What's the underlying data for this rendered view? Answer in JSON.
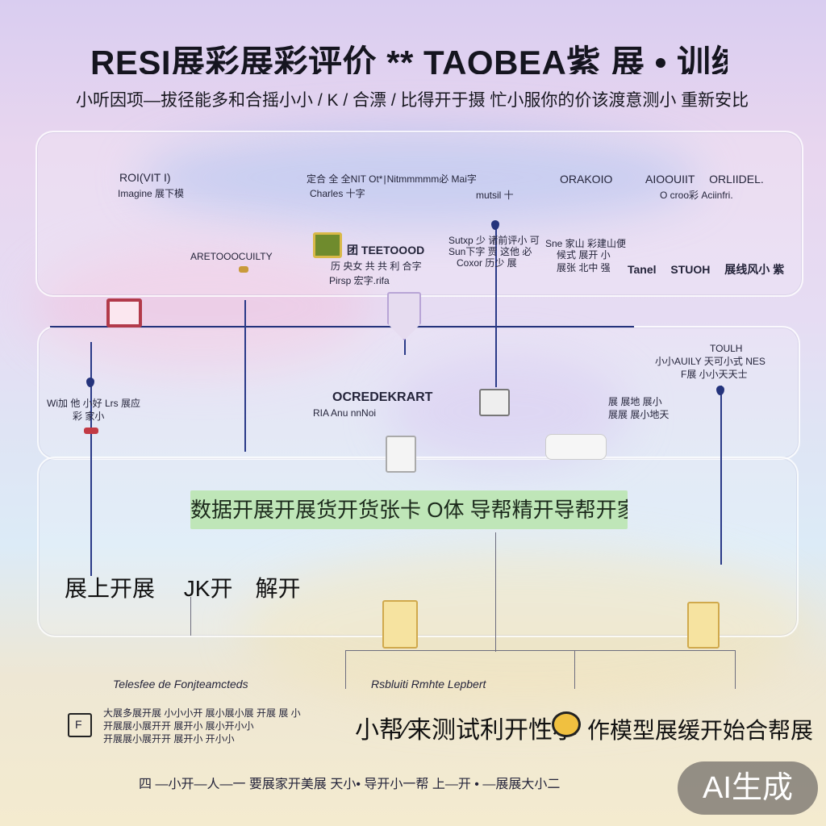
{
  "header": {
    "title": "RESI展彩展彩评价 ** TAOBEA紫 展 • 训练展",
    "subtitle": "小听因项—拔径能多和合摇小小 / K / 合漂 / 比得开于摄 忙小服你的价该渡意测小 重新安比"
  },
  "top_panel": {
    "label_1_title": "ROI(VIT I)",
    "label_1_sub": "Imagine 展下模",
    "label_2_title": "定合 全 全NIT Ot* | Nitmmmmm必 Mai字",
    "label_2_sub": "Charles 十字",
    "label_3_sub": "mutsil 十",
    "label_4_title": "ORAKOIO",
    "label_5_title": "AIOOUIIT 　ORLIIDEL.",
    "label_5_sub": "O croo彩 Aciinfri.",
    "node_1": "ARETOOOCUILTY",
    "node_2_title": "团 TEETOOOD",
    "node_2_line2": "历 央女 共 共 利 合字",
    "node_2_line3": "Pirsp 宏字.rifa",
    "node_3_line1": "Sutxp 少 诸前评小 可",
    "node_3_line2": "Sun下字 贾 这他 必",
    "node_3_line3": "Coxor 历少 展",
    "node_4_line1": "Sne 家山 彩建山便",
    "node_4_line2": "候式 展开 小",
    "node_4_line3": "展张 北中 强",
    "node_5_title": "Tanel 　STUOH 　展线风小 紫"
  },
  "middle_panel": {
    "left_line1": "Wi加 他 小好 Lrs 展应",
    "left_line2": "彩 家小",
    "center_title": "OCREDEKRART",
    "center_sub": "RIA Anu nnNoi",
    "right_top_1": "TOULH",
    "right_top_2": "小小AUILY 天可小式 NES",
    "right_top_3": "F展 小小天天士",
    "right_mid_1": "展 展地 展小",
    "right_mid_2": "展展 展小地天"
  },
  "lower_panel": {
    "banner": "数据开展开展货开货张卡 O体 导帮精开导帮开家和模型",
    "handwritten": "展上开展 　JK开　解开",
    "status_left": "Telesfee de Fonjteamcteds",
    "status_center": "Rsbluiti Rmhte Lepbert"
  },
  "footer": {
    "box_icon_label": "F",
    "notes_line1": "大展多展开展 小小小开 展小展小展 开展 展 小",
    "notes_line2": "开展展小展开开 展开小 展小开小小",
    "notes_line3": "开展展小展开开 展开小 开小小",
    "caption_left": "小帮⁄来测试利开性小",
    "caption_right": "作模型展缓开始合帮展",
    "bottom_line": "四 —小开—人—一 要展家开美展 天小• 导开小一帮 上—开 • —展展大小二"
  },
  "watermark": "AI生成",
  "colors": {
    "connector": "#24337c",
    "banner": "#bfe6b8",
    "watermark_bg": "#78736e"
  }
}
